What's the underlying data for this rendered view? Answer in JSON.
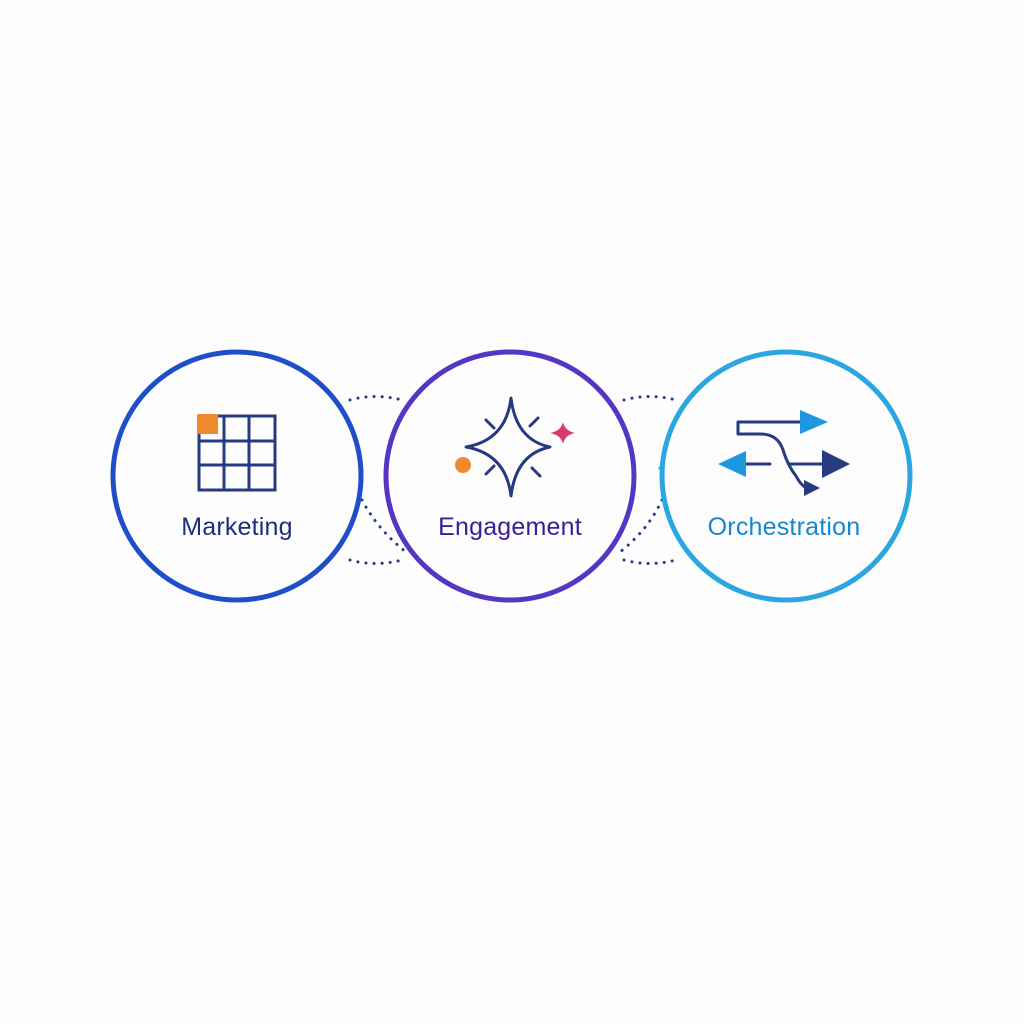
{
  "diagram": {
    "nodes": [
      {
        "id": "marketing",
        "label": "Marketing",
        "icon": "grid-icon",
        "ring_color": "#1e4fc8",
        "label_color": "#1d2f7a",
        "accent_color": "#f0892e"
      },
      {
        "id": "engagement",
        "label": "Engagement",
        "icon": "sparkle-icon",
        "ring_color": "#5536c4",
        "label_color": "#3b1d96",
        "accent_colors": [
          "#f0892e",
          "#d93a6e"
        ]
      },
      {
        "id": "orchestration",
        "label": "Orchestration",
        "icon": "branching-arrows-icon",
        "ring_color": "#2aa6e0",
        "label_color": "#1a86cf",
        "accent_color": "#1e97e0"
      }
    ],
    "connectors": [
      {
        "from": "marketing",
        "to": "engagement",
        "style": "dotted",
        "color": "#243a8a"
      },
      {
        "from": "engagement",
        "to": "orchestration",
        "style": "dotted",
        "color": "#243a8a"
      }
    ],
    "colors": {
      "background": "#fdfdfd",
      "icon_stroke": "#253a80"
    }
  }
}
